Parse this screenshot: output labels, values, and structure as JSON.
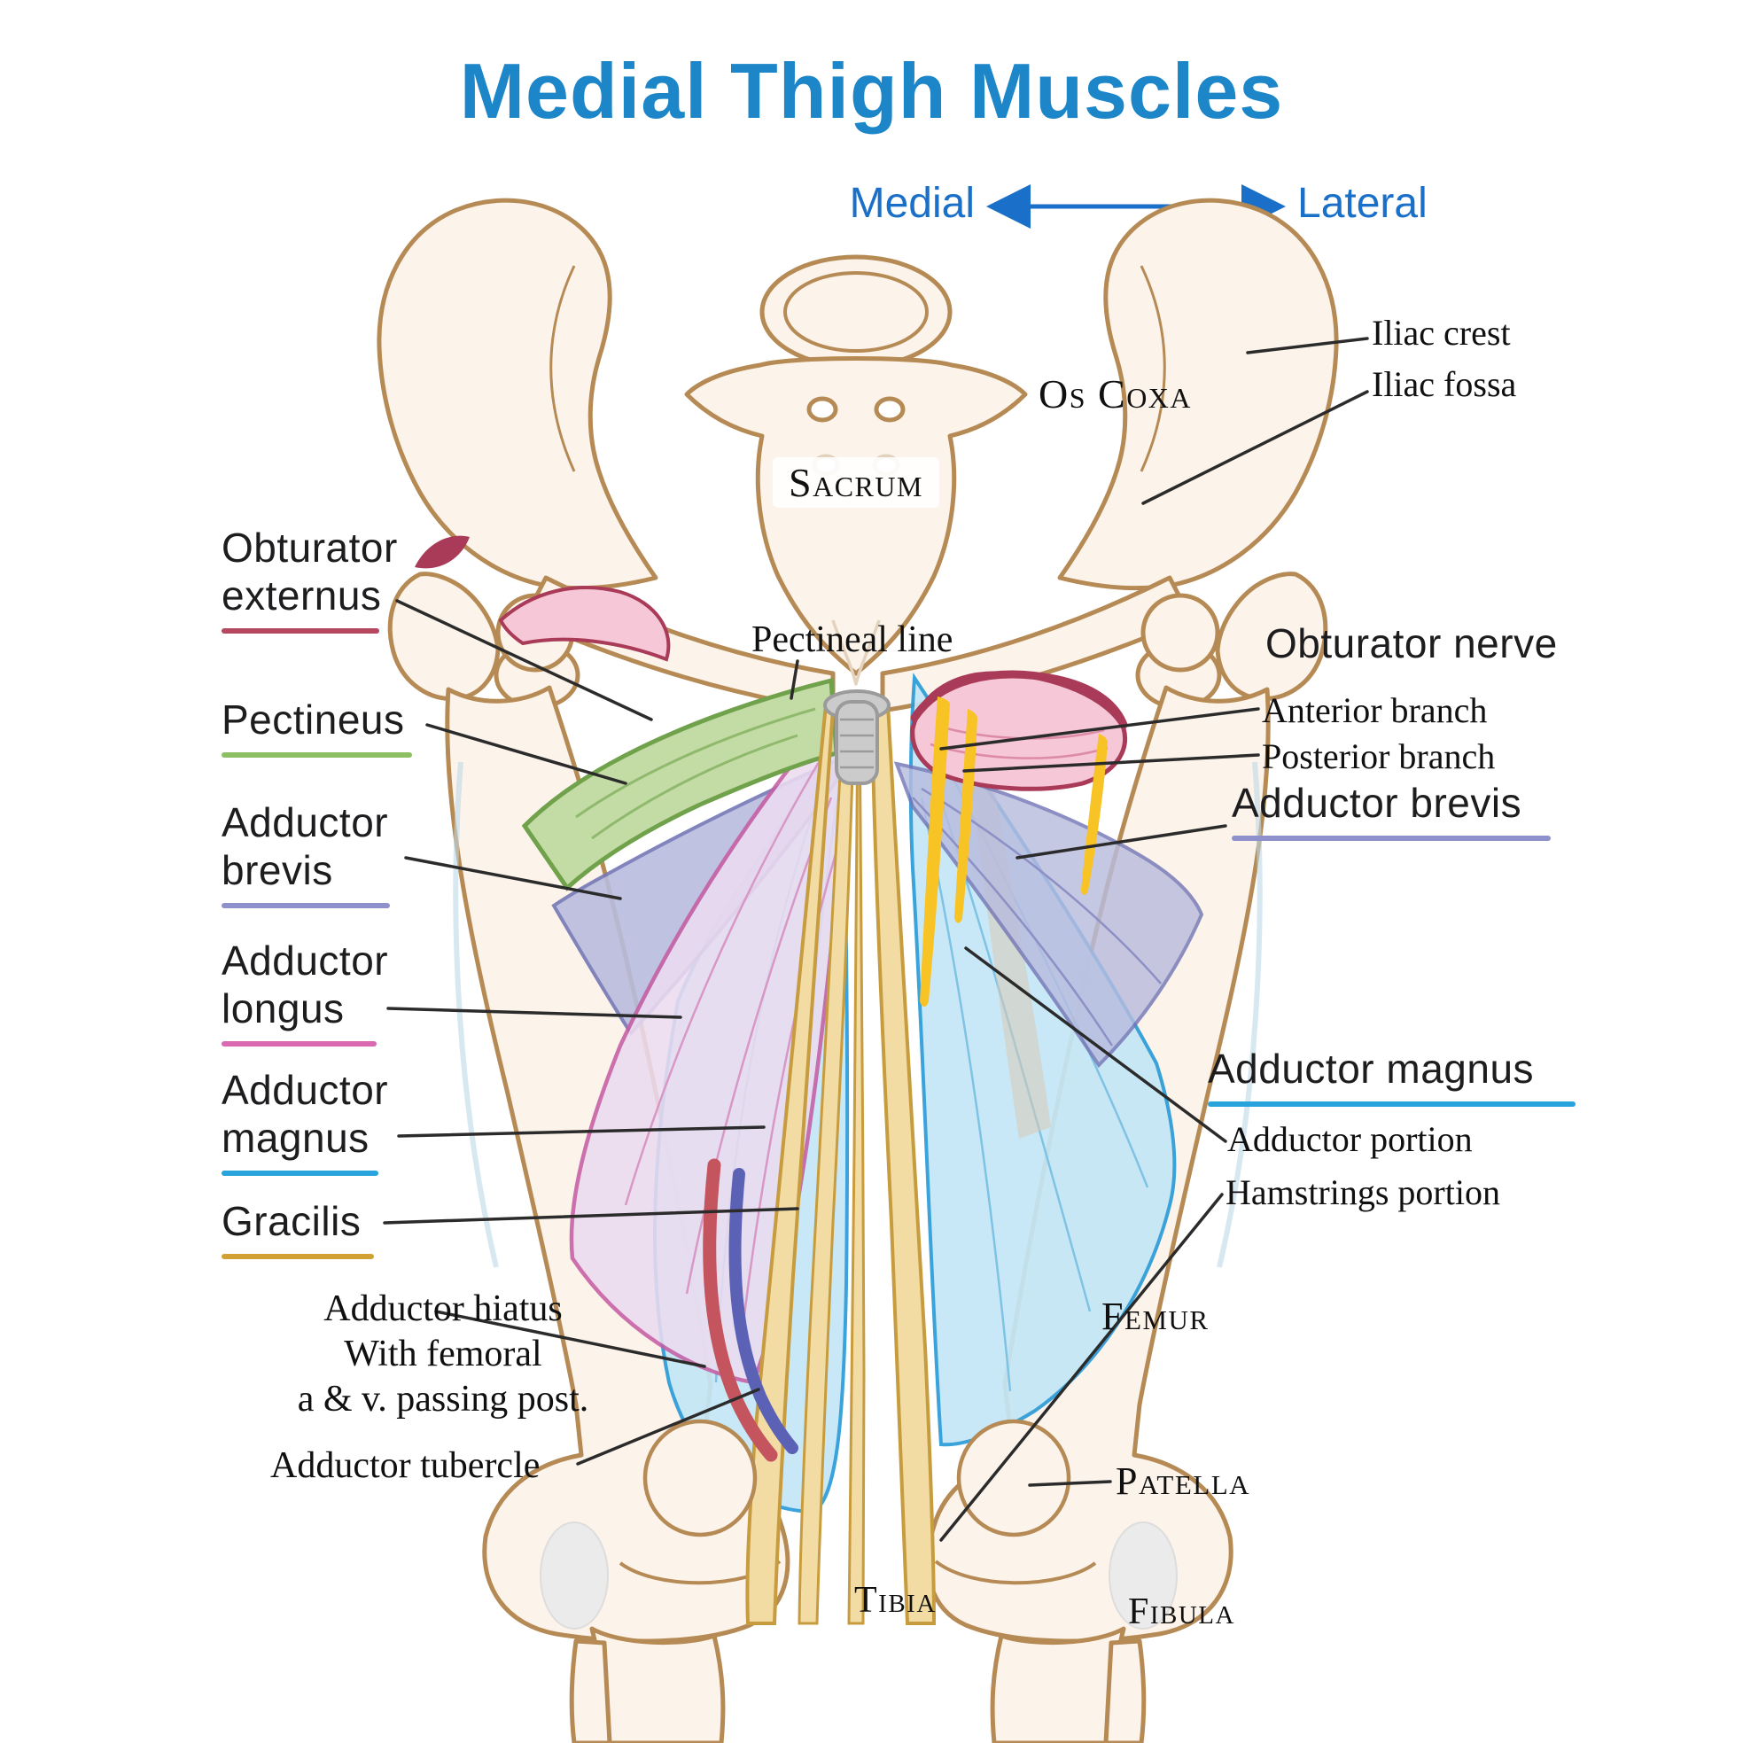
{
  "title": "Medial Thigh Muscles",
  "orientation": {
    "medial": "Medial",
    "lateral": "Lateral"
  },
  "left_labels": [
    {
      "id": "obturator-externus",
      "line1": "Obturator",
      "line2": "externus",
      "underline": "#b5485f"
    },
    {
      "id": "pectineus",
      "line1": "Pectineus",
      "line2": "",
      "underline": "#8cbf63"
    },
    {
      "id": "adductor-brevis",
      "line1": "Adductor",
      "line2": "brevis",
      "underline": "#8e91cc"
    },
    {
      "id": "adductor-longus",
      "line1": "Adductor",
      "line2": "longus",
      "underline": "#d96ab2"
    },
    {
      "id": "adductor-magnus",
      "line1": "Adductor",
      "line2": "magnus",
      "underline": "#29a3dc"
    },
    {
      "id": "gracilis",
      "line1": "Gracilis",
      "line2": "",
      "underline": "#d1a033"
    }
  ],
  "right_labels": {
    "obturator_nerve": "Obturator nerve",
    "anterior_branch": "Anterior branch",
    "posterior_branch": "Posterior branch",
    "adductor_brevis": "Adductor brevis",
    "adductor_magnus": "Adductor magnus",
    "adductor_portion": "Adductor portion",
    "hamstrings_portion": "Hamstrings portion",
    "brevis_underline": "#8e91cc",
    "magnus_underline": "#29a3dc"
  },
  "bone_labels": {
    "os_coxa": "Os Coxa",
    "sacrum": "Sacrum",
    "iliac_crest": "Iliac crest",
    "iliac_fossa": "Iliac fossa",
    "pectineal_line": "Pectineal line",
    "femur": "Femur",
    "patella": "Patella",
    "tibia": "Tibia",
    "fibula": "Fibula"
  },
  "annotations": {
    "adductor_hiatus_line1": "Adductor hiatus",
    "adductor_hiatus_line2": "With femoral",
    "adductor_hiatus_line3": "a & v. passing post.",
    "adductor_tubercle": "Adductor tubercle"
  },
  "colors": {
    "title_blue": "#1d86c8",
    "direction_blue": "#1a6fc8",
    "bone_fill": "#fcf3ea",
    "bone_stroke": "#b68a54",
    "pectineus_fill": "#c3dba4",
    "pectineus_stroke": "#70a14b",
    "brevis_fill": "#b9bcde",
    "brevis_stroke": "#7477b6",
    "longus_fill": "#ecdcf0",
    "longus_stroke": "#c55fa4",
    "magnus_fill": "#c4e7f7",
    "magnus_stroke": "#2b9cd8",
    "gracilis_fill": "#f3dca4",
    "gracilis_stroke": "#c79c3f",
    "obturator_fill": "#f6c7d6",
    "obturator_stroke": "#a93a58",
    "nerve_yellow": "#f8c325",
    "artery_red": "#c4545e",
    "vein_blue": "#5b62b5",
    "symphysis_fill": "#cbcbcb",
    "symphysis_stroke": "#9b9b9b",
    "leader_line": "#2b2b2b"
  }
}
